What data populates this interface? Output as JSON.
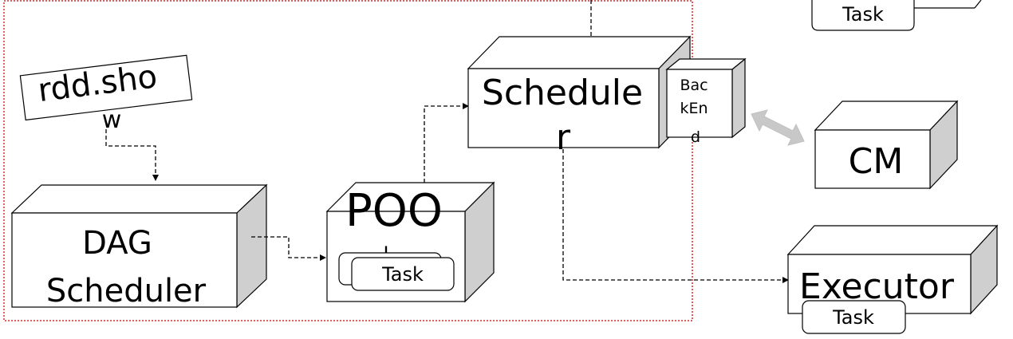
{
  "nodes": {
    "rdd_show": {
      "line1": "rdd.sho",
      "line2": "w"
    },
    "dag_scheduler": {
      "line1": "DAG",
      "line2": "Scheduler"
    },
    "pool": {
      "line1": "POO",
      "line2": "l",
      "task": "Task"
    },
    "scheduler": {
      "line1": "Schedule",
      "line2": "r"
    },
    "backend": {
      "line1": "Bac",
      "line2": "kEn",
      "line3": "d"
    },
    "cm": {
      "label": "CM"
    },
    "executor": {
      "label": "Executor",
      "task": "Task"
    },
    "top_task": {
      "label": "Task"
    }
  },
  "colors": {
    "boundary": "#d62a2a",
    "box_side": "#cfcfcf",
    "double_arrow": "#c8c8c8",
    "stroke": "#000000"
  }
}
